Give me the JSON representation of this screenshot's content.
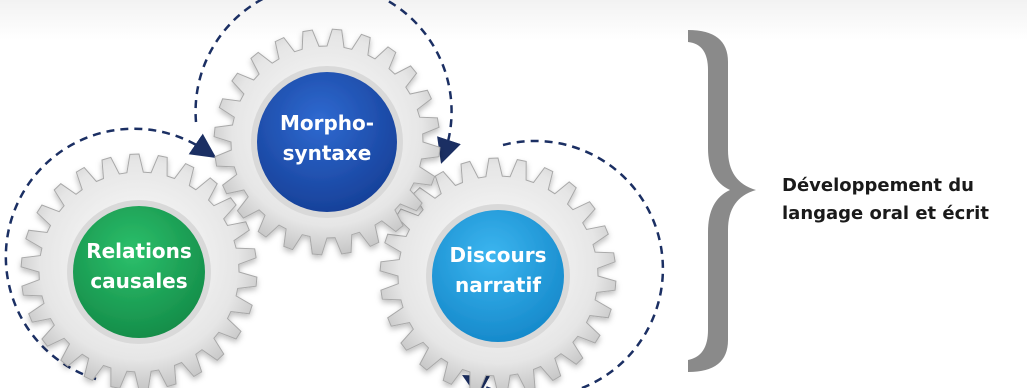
{
  "diagram": {
    "gears": [
      {
        "id": "morpho",
        "line1": "Morpho-",
        "line2": "syntaxe",
        "color": "#1e50b4"
      },
      {
        "id": "relations",
        "line1": "Relations",
        "line2": "causales",
        "color": "#1faa59"
      },
      {
        "id": "discours",
        "line1": "Discours",
        "line2": "narratif",
        "color": "#1ea0e6"
      }
    ],
    "outcome": {
      "line1": "Développement du",
      "line2": "langage oral et écrit"
    },
    "colors": {
      "arrow": "#1b2f63",
      "brace": "#8a8a8a",
      "gear_metal": "#cfcfcf"
    }
  }
}
